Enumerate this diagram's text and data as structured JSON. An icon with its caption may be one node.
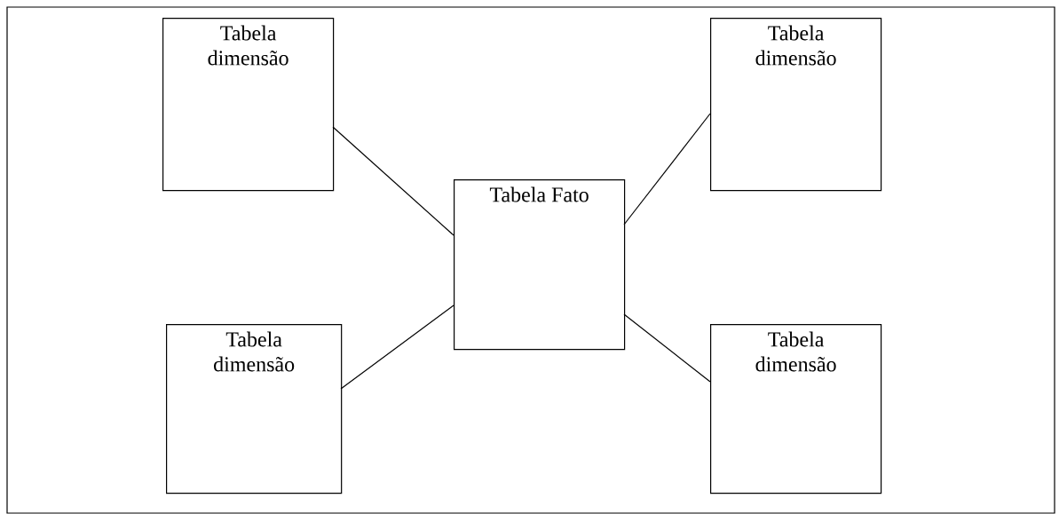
{
  "diagram": {
    "nodes": [
      {
        "text": [
          "Tabela dimensão"
        ]
      },
      {
        "text": [
          "Tabela dimensão"
        ]
      },
      {
        "text": [
          "Tabela Fato"
        ]
      },
      {
        "text": [
          "Tabela dimensão"
        ]
      },
      {
        "text": [
          "Tabela dimensão"
        ]
      }
    ],
    "edges": [
      {
        "from": 0,
        "to": 2,
        "arrow": "none"
      },
      {
        "from": 1,
        "to": 2,
        "arrow": "none"
      },
      {
        "from": 3,
        "to": 2,
        "arrow": "none"
      },
      {
        "from": 4,
        "to": 2,
        "arrow": "none"
      }
    ]
  }
}
